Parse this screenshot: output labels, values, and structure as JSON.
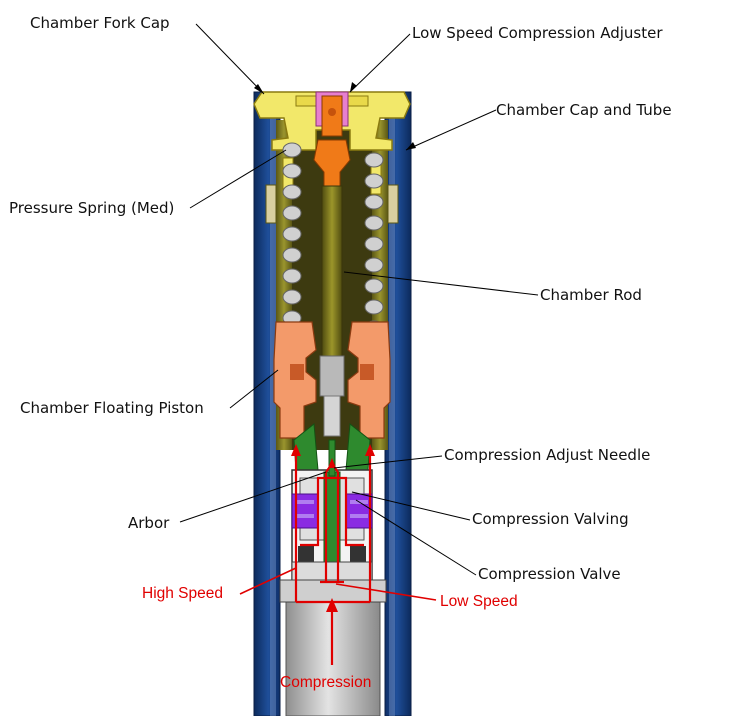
{
  "labels": {
    "chamber_fork_cap": "Chamber Fork Cap",
    "low_speed_compression_adjuster": "Low Speed Compression Adjuster",
    "chamber_cap_and_tube": "Chamber Cap and Tube",
    "pressure_spring": "Pressure Spring (Med)",
    "chamber_rod": "Chamber Rod",
    "chamber_floating_piston": "Chamber Floating Piston",
    "compression_adjust_needle": "Compression Adjust Needle",
    "arbor": "Arbor",
    "compression_valving": "Compression Valving",
    "compression_valve": "Compression Valve"
  },
  "flow_labels": {
    "high_speed": "High Speed",
    "low_speed": "Low Speed",
    "compression": "Compression"
  },
  "colors": {
    "outer_tube": "#123a78",
    "outer_tube_edge": "#6d8bc0",
    "cap": "#f2e86a",
    "olive": "#8f8a2a",
    "rod": "#6e6a1e",
    "spring": "#d0d0d0",
    "adjuster_orange": "#f07a18",
    "adjuster_pink": "#e77fcf",
    "piston": "#f39a6a",
    "needle_green": "#2e8a2e",
    "valving_purple": "#8a2be2",
    "flow_red": "#e00000",
    "shaft_gray": "#b9b9b9"
  }
}
